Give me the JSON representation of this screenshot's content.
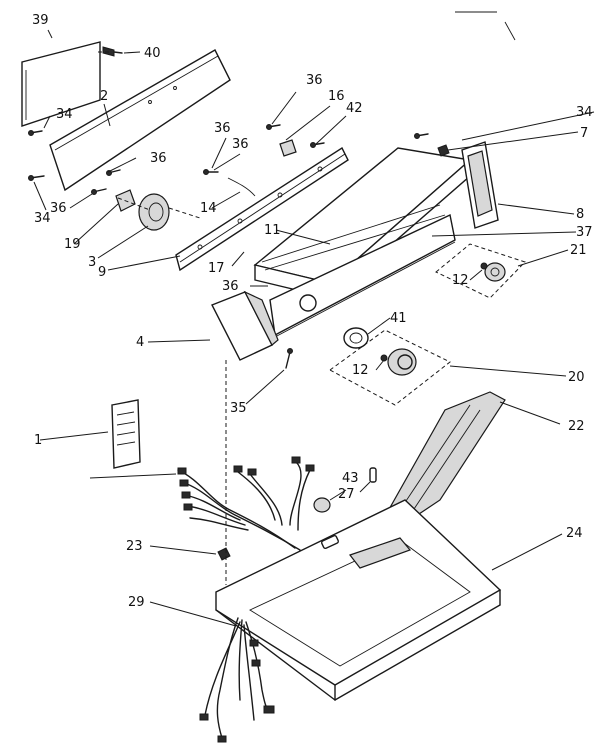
{
  "callouts": {
    "c1": "1",
    "c2": "2",
    "c3": "3",
    "c4": "4",
    "c7": "7",
    "c8": "8",
    "c9": "9",
    "c11": "11",
    "c12a": "12",
    "c12b": "12",
    "c14": "14",
    "c16": "16",
    "c17": "17",
    "c19": "19",
    "c20": "20",
    "c21": "21",
    "c22": "22",
    "c23": "23",
    "c24": "24",
    "c27": "27",
    "c29": "29",
    "c34a": "34",
    "c34b": "34",
    "c34c": "34",
    "c35": "35",
    "c36a": "36",
    "c36b": "36",
    "c36c": "36",
    "c36d": "36",
    "c36e": "36",
    "c36f": "36",
    "c37": "37",
    "c39": "39",
    "c40": "40",
    "c41": "41",
    "c42": "42",
    "c43": "43"
  },
  "colors": {
    "line": "#1a1a1a",
    "background": "#ffffff",
    "shade": "#d8d8d8"
  }
}
